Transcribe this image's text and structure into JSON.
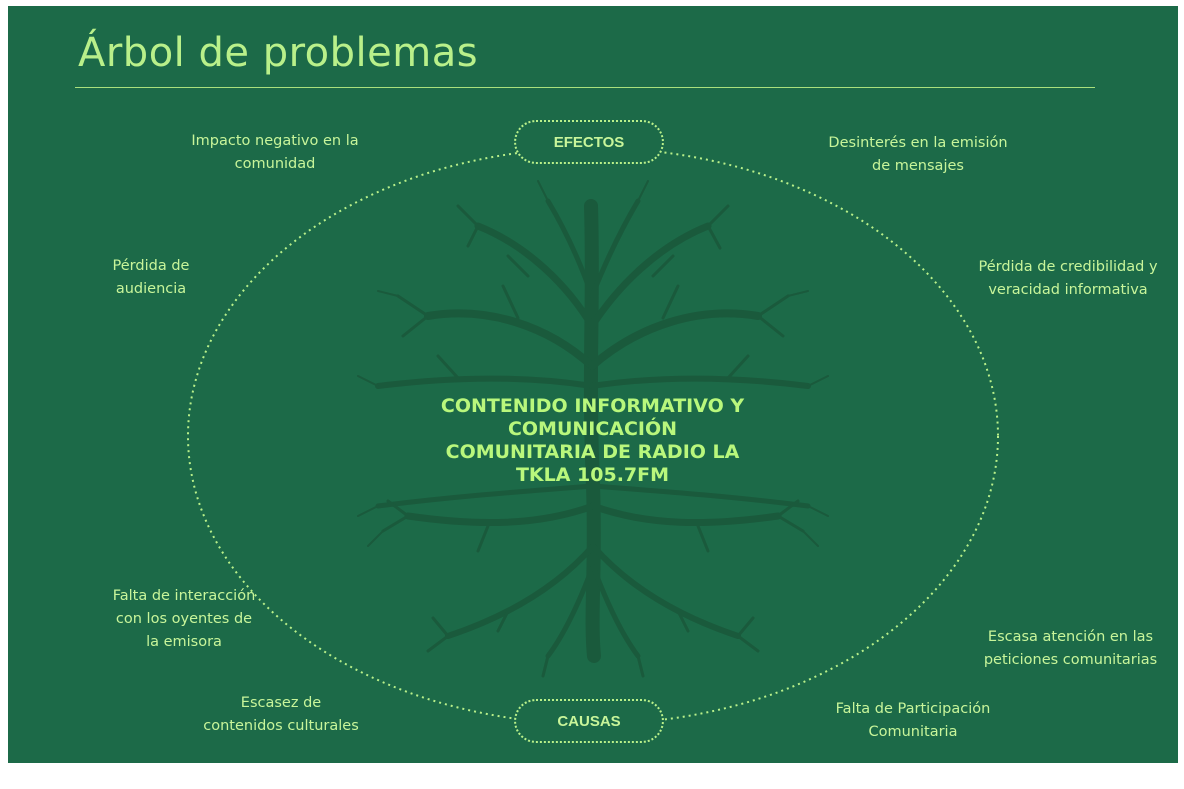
{
  "title": "Árbol de problemas",
  "center": {
    "text": "CONTENIDO INFORMATIVO Y\nCOMUNICACIÓN\nCOMUNITARIA DE RADIO LA\nTKLA 105.7FM"
  },
  "pills": {
    "effects": "EFECTOS",
    "causes": "CAUSAS"
  },
  "effects": [
    "Impacto negativo en la\ncomunidad",
    "Desinterés en la emisión\nde mensajes",
    "Pérdida de\naudiencia",
    "Pérdida de credibilidad y\nveracidad informativa"
  ],
  "causes": [
    "Falta de interacción\ncon  los oyentes de\nla emisora",
    "Escasa atención en las\npeticiones comunitarias",
    "Escasez de\ncontenidos culturales",
    "Falta de Participación\nComunitaria"
  ],
  "colors": {
    "background": "#1c6a48",
    "accent": "#b9f08a",
    "tree": "#1a5a3c"
  }
}
